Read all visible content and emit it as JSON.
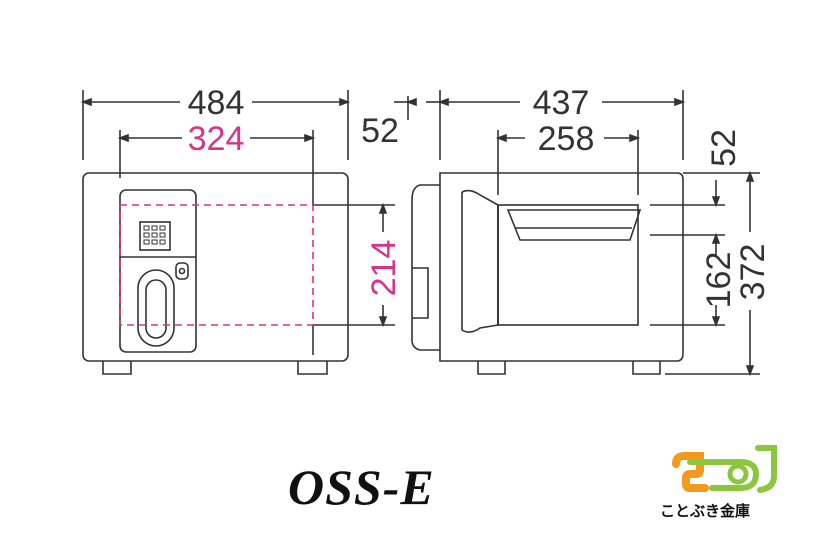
{
  "front_view": {
    "outer_width": "484",
    "inner_width": "324",
    "inner_height": "214"
  },
  "side_view": {
    "outer_depth": "437",
    "inner_depth": "258",
    "door_offset": "52",
    "top_offset": "52",
    "inner_height": "162",
    "outer_height": "372"
  },
  "model_name": "OSS-E",
  "brand": {
    "name": "ことぶき金庫"
  },
  "colors": {
    "line": "#333333",
    "accent": "#d6338a",
    "logo_orange": "#f39a1e",
    "logo_green": "#8cc63f"
  }
}
